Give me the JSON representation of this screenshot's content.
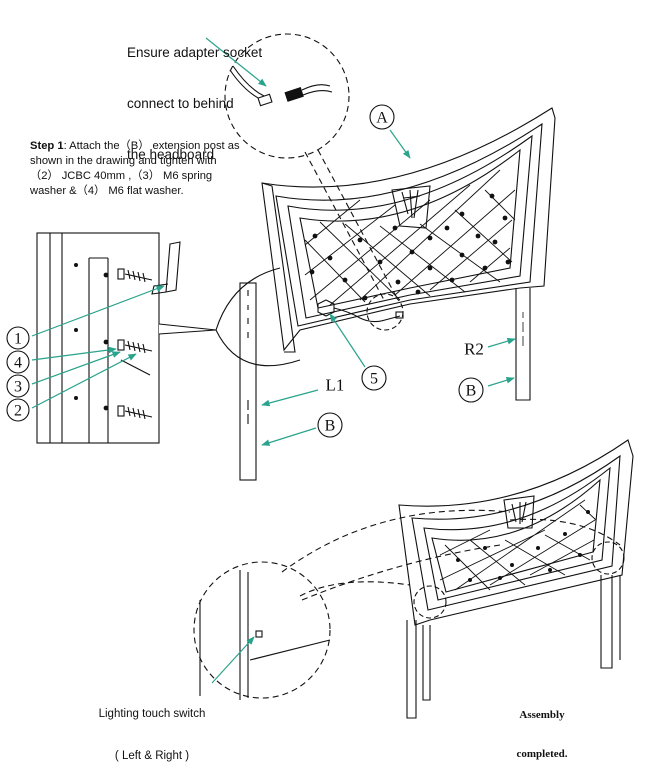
{
  "callouts": {
    "adapter_line1": "Ensure adapter socket",
    "adapter_line2": "connect to behind",
    "adapter_line3": "the headboard",
    "step_label": "Step 1",
    "step_text": ": Attach the（B） extension post as shown in the drawing and tighten with（2） JCBC 40mm ,（3） M6 spring washer &（4） M6 flat washer.",
    "switch_line1": "Lighting touch switch",
    "switch_line2": "( Left & Right )",
    "done_line1": "Assembly",
    "done_line2": "completed."
  },
  "part_labels": {
    "A": "A",
    "B_left": "B",
    "B_right": "B",
    "L1": "L1",
    "R2": "R2",
    "n1": "1",
    "n2": "2",
    "n3": "3",
    "n4": "4",
    "n5": "5"
  },
  "colors": {
    "line": "#111111",
    "background": "#ffffff"
  }
}
